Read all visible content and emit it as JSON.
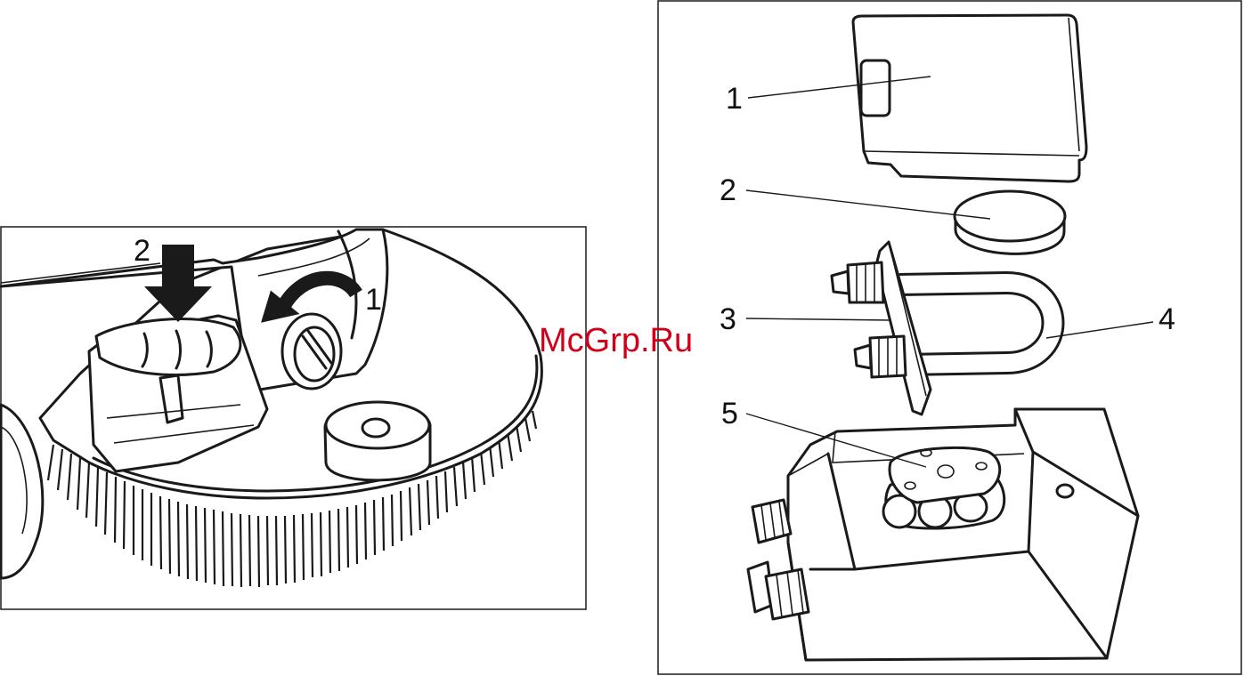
{
  "left_figure": {
    "callouts": [
      "2",
      "1"
    ]
  },
  "right_figure": {
    "callouts": [
      "1",
      "2",
      "3",
      "4",
      "5"
    ]
  },
  "watermark": {
    "text": "McGrp.Ru",
    "color": "#d0001b"
  }
}
